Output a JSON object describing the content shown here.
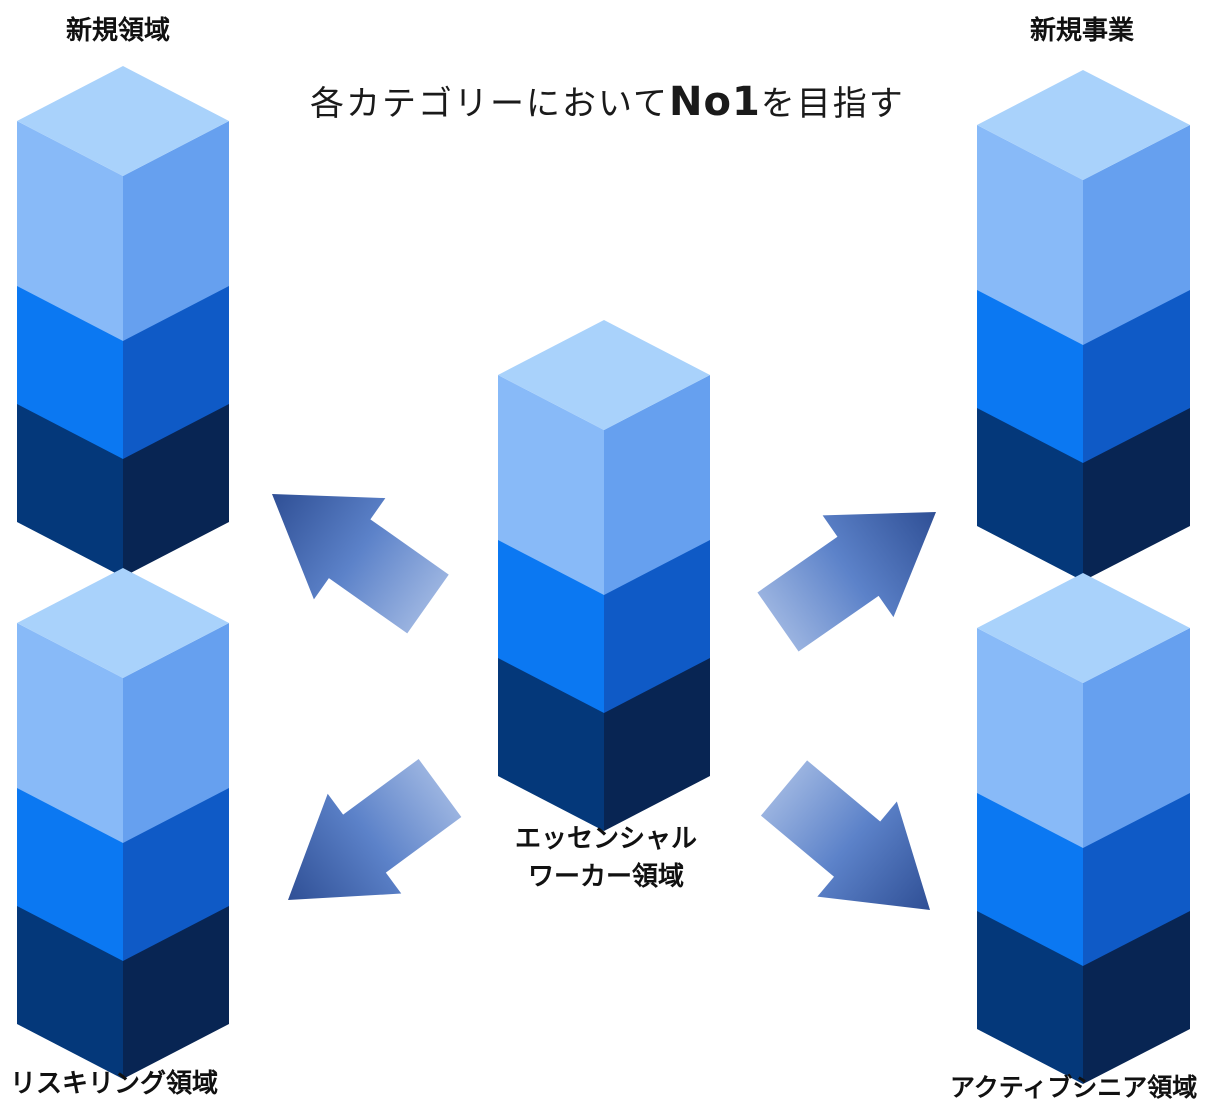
{
  "headline": {
    "prefix": "各カテゴリーにおいて",
    "emphasis": "No1",
    "suffix": "を目指す"
  },
  "center": {
    "line1": "エッセンシャル",
    "line2": "ワーカー領域"
  },
  "corners": {
    "top_left": "新規領域",
    "top_right": "新規事業",
    "bottom_left": "リスキリング領域",
    "bottom_right": "アクティブシニア領域"
  },
  "colors": {
    "cube_top_light": "#a9d2fb",
    "cube_top_left": "#88baf8",
    "cube_top_right": "#66a0ef",
    "cube_mid_top": "#3794ff",
    "cube_mid_left": "#0b78f2",
    "cube_mid_right": "#0f5ac6",
    "cube_bot_top": "#0a5cc0",
    "cube_bot_left": "#04387a",
    "cube_bot_right": "#082553",
    "arrow_dark": "#2f4f95",
    "arrow_light": "#9ab3e0"
  }
}
